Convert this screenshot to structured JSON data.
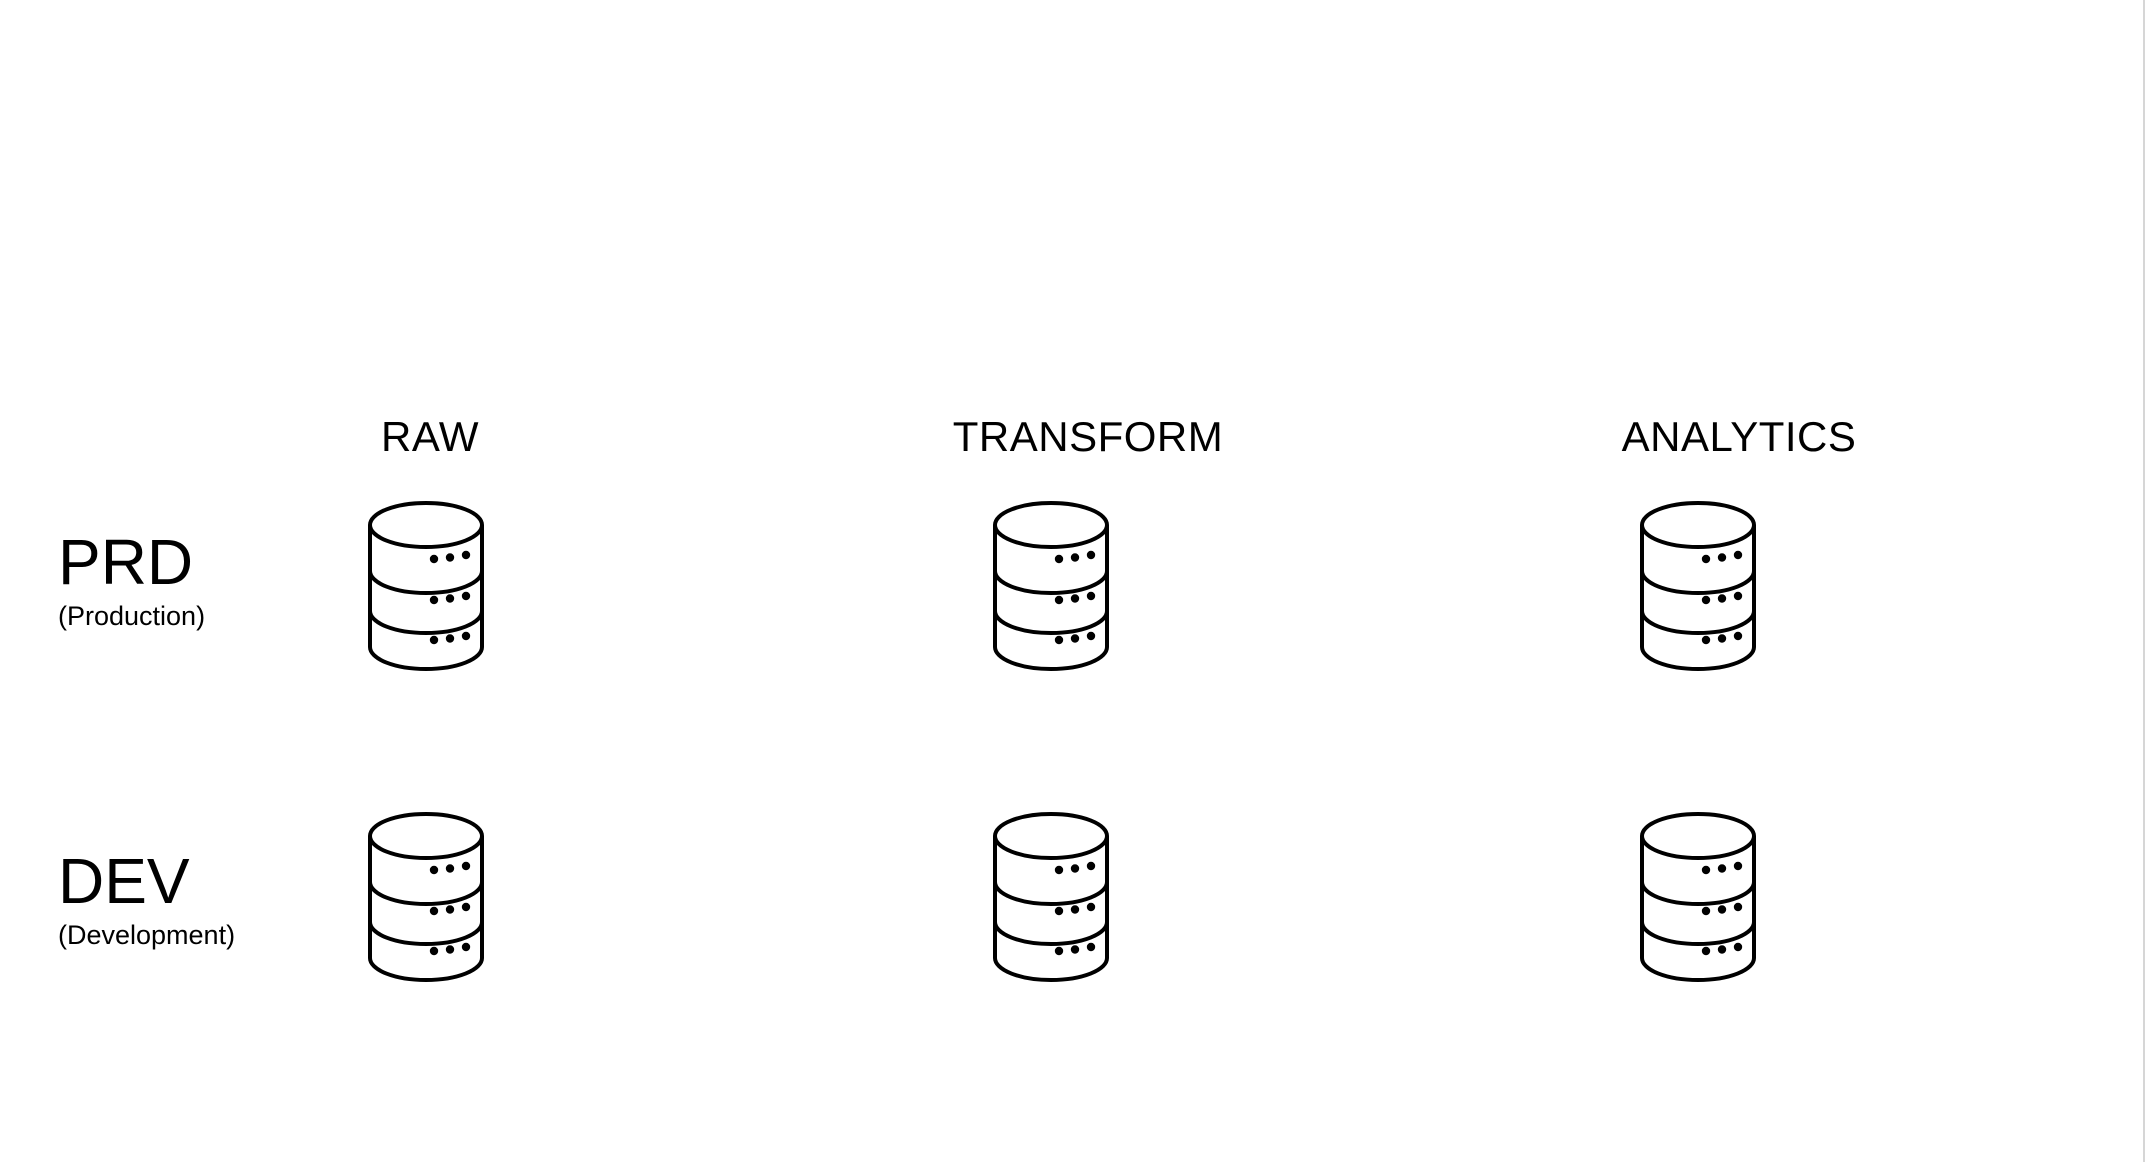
{
  "columns": [
    {
      "id": "raw",
      "label": "RAW"
    },
    {
      "id": "transform",
      "label": "TRANSFORM"
    },
    {
      "id": "analytics",
      "label": "ANALYTICS"
    }
  ],
  "rows": [
    {
      "id": "prd",
      "code": "PRD",
      "description": "(Production)"
    },
    {
      "id": "dev",
      "code": "DEV",
      "description": "(Development)"
    }
  ],
  "icon": "database-icon",
  "colors": {
    "background": "#ffffff",
    "stroke": "#000000"
  }
}
